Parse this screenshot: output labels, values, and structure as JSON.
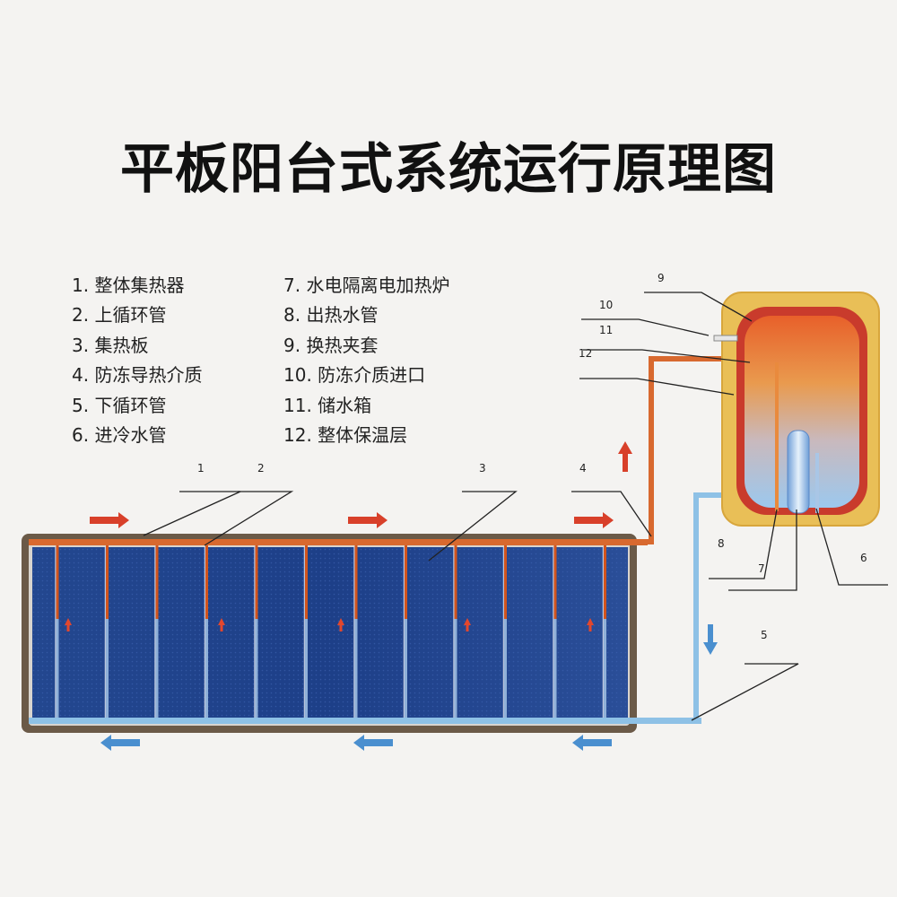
{
  "title": "平板阳台式系统运行原理图",
  "legend_left": [
    "1. 整体集热器",
    "2. 上循环管",
    "3. 集热板",
    "4. 防冻导热介质",
    "5. 下循环管",
    "6. 进冷水管"
  ],
  "legend_right": [
    "7. 水电隔离电加热炉",
    "8. 出热水管",
    "9. 换热夹套",
    "10. 防冻介质进口",
    "11. 储水箱",
    "12. 整体保温层"
  ],
  "callouts": {
    "n1": "1",
    "n2": "2",
    "n3": "3",
    "n4": "4",
    "n5": "5",
    "n6": "6",
    "n7": "7",
    "n8": "8",
    "n9": "9",
    "n10": "10",
    "n11": "11",
    "n12": "12"
  },
  "colors": {
    "hot": "#d2541d",
    "cold": "#6aaad6",
    "panel": "#1f3f8f",
    "insulation": "#eec35a",
    "arrow_hot": "#d8402a",
    "arrow_cold": "#4a8fcf"
  }
}
